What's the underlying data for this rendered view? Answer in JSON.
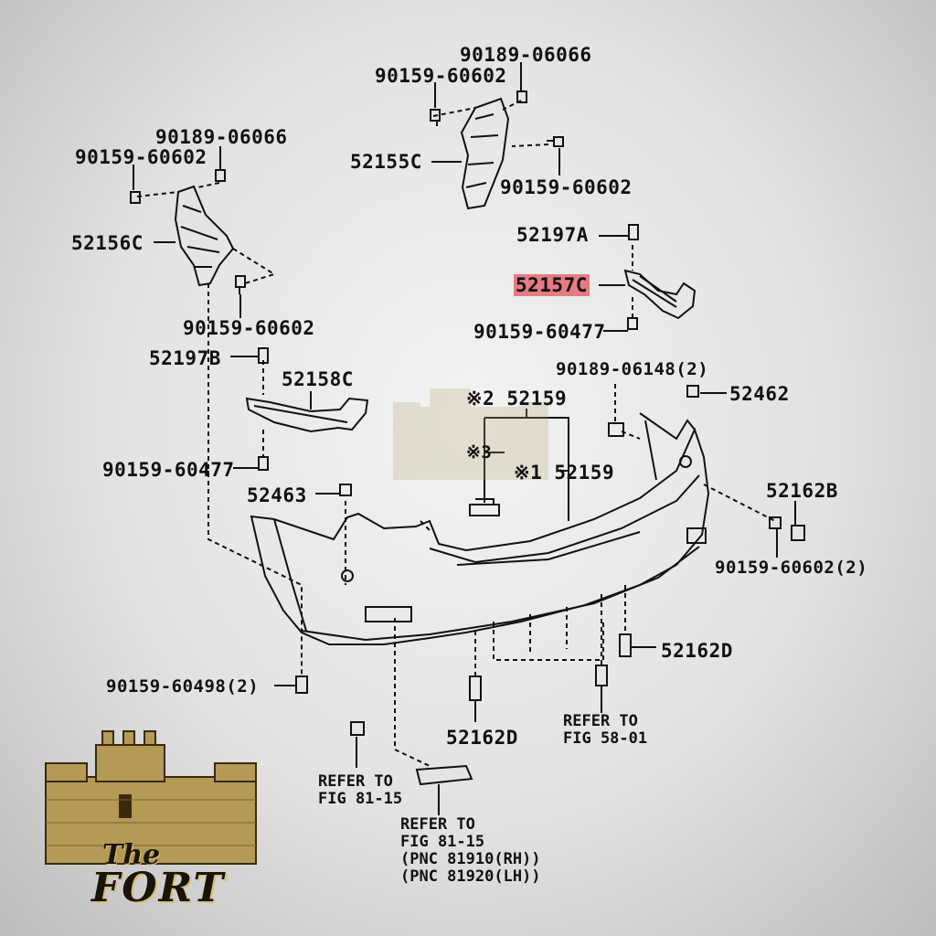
{
  "labels": {
    "p90189_06066_top": "90189-06066",
    "p90159_60602_top": "90159-60602",
    "p52155C": "52155C",
    "p90159_60602_r1": "90159-60602",
    "p90189_06066_left": "90189-06066",
    "p90159_60602_left": "90159-60602",
    "p52156C": "52156C",
    "p90159_60602_mid": "90159-60602",
    "p52197A": "52197A",
    "p52157C": "52157C",
    "p90159_60477_r": "90159-60477",
    "p52197B": "52197B",
    "p52158C": "52158C",
    "p90159_60477_l": "90159-60477",
    "p52463": "52463",
    "p52159_a": "※2 52159",
    "p52159_mark3": "※3",
    "p52159_b": "※1 52159",
    "p90189_06148": "90189-06148(2)",
    "p52462": "52462",
    "p52162B": "52162B",
    "p90159_60602_2": "90159-60602(2)",
    "p52162D_r": "52162D",
    "p90159_60498": "90159-60498(2)",
    "p52162D_b": "52162D"
  },
  "refers": {
    "fig58": "REFER TO\nFIG 58-01",
    "fig81a": "REFER TO\nFIG 81-15",
    "fig81b": "REFER TO\nFIG 81-15\n(PNC 81910(RH))\n(PNC 81920(LH))"
  },
  "highlight_color": "#e77b83",
  "logo": {
    "line1": "The",
    "line2": "FORT"
  }
}
